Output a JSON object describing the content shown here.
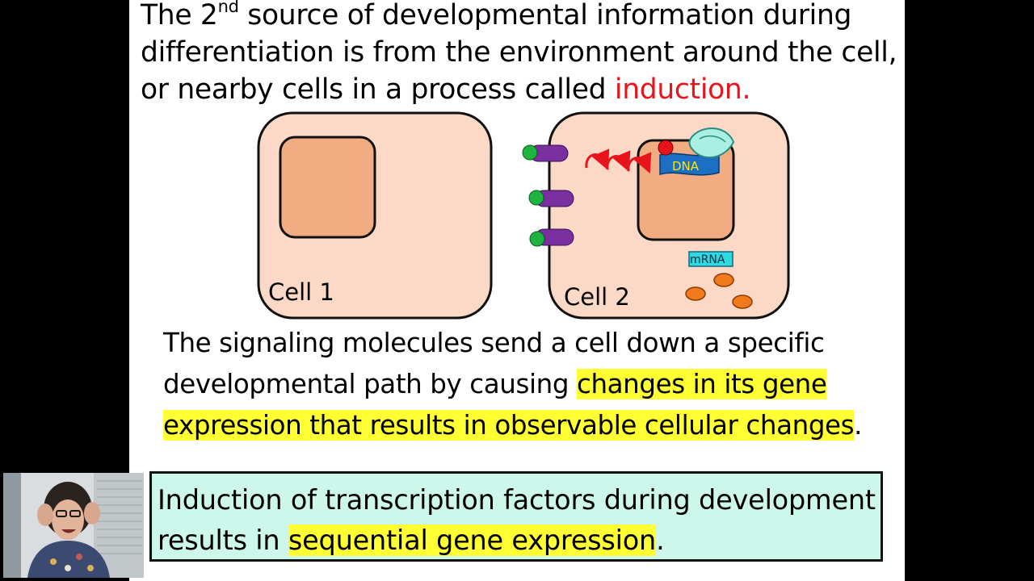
{
  "slide": {
    "title": {
      "part1": "The 2",
      "sup": "nd",
      "part2": " source of developmental information during differentiation is from the environment around the cell, or nearby cells in a process called ",
      "highlight": "induction."
    },
    "diagram": {
      "cell1_label": "Cell 1",
      "cell2_label": "Cell 2",
      "dna_label": "DNA",
      "mrna_label": "mRNA"
    },
    "body": {
      "text": "The signaling molecules send a cell down a specific developmental path by causing ",
      "highlight": "changes in its gene expression that results in observable cellular changes",
      "end": "."
    },
    "box": {
      "text": "Induction of transcription factors during development results in ",
      "highlight": "sequential gene expression",
      "end": "."
    }
  },
  "colors": {
    "cell_fill": "#fbd9c6",
    "nucleus_fill": "#f1ac82",
    "highlight": "#ffff33",
    "title_highlight": "#e8131b",
    "box_fill": "#cdf7ea",
    "receptor": "#7a2fa0",
    "ligand": "#1fb340",
    "dna": "#1d6fc4",
    "mrna": "#2fd9e0",
    "protein": "#f07a1c"
  }
}
